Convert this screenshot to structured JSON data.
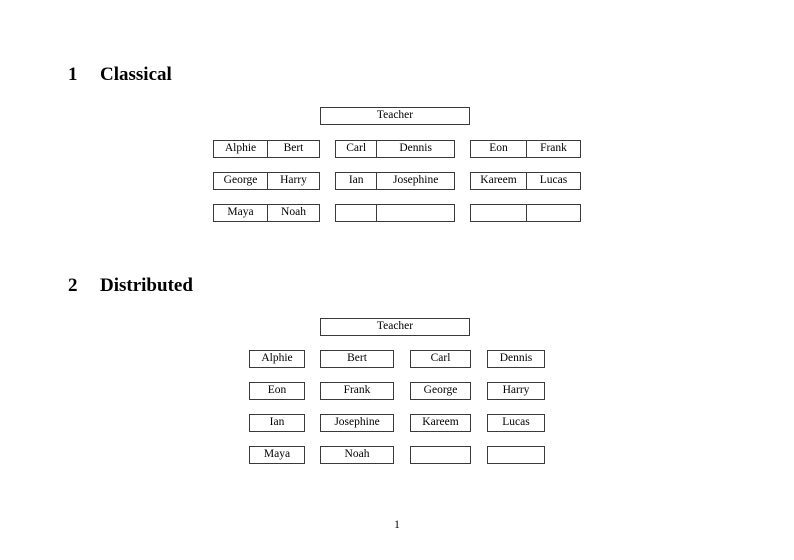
{
  "document": {
    "page_number": "1"
  },
  "sections": [
    {
      "number": "1",
      "title": "Classical",
      "teacher_label": "Teacher",
      "layout": "paired",
      "groups": [
        {
          "id": "group-left",
          "rows": [
            {
              "left": "Alphie",
              "right": "Bert"
            },
            {
              "left": "George",
              "right": "Harry"
            },
            {
              "left": "Maya",
              "right": "Noah"
            }
          ]
        },
        {
          "id": "group-middle",
          "rows": [
            {
              "left": "Carl",
              "right": "Dennis"
            },
            {
              "left": "Ian",
              "right": "Josephine"
            },
            {
              "left": "",
              "right": ""
            }
          ]
        },
        {
          "id": "group-right",
          "rows": [
            {
              "left": "Eon",
              "right": "Frank"
            },
            {
              "left": "Kareem",
              "right": "Lucas"
            },
            {
              "left": "",
              "right": ""
            }
          ]
        }
      ]
    },
    {
      "number": "2",
      "title": "Distributed",
      "teacher_label": "Teacher",
      "layout": "single",
      "rows": [
        [
          "Alphie",
          "Bert",
          "Carl",
          "Dennis"
        ],
        [
          "Eon",
          "Frank",
          "George",
          "Harry"
        ],
        [
          "Ian",
          "Josephine",
          "Kareem",
          "Lucas"
        ],
        [
          "Maya",
          "Noah",
          "",
          ""
        ]
      ]
    }
  ]
}
